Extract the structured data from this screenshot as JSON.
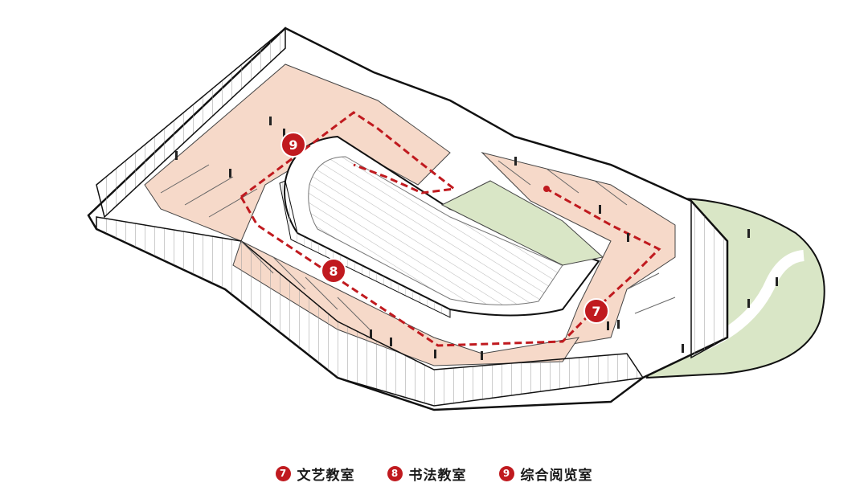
{
  "colors": {
    "accent": "#c01a1f",
    "floor": "#f6d9c9",
    "green": "#d9e6c6",
    "outline": "#111111"
  },
  "markers": [
    {
      "id": "7",
      "label": "7"
    },
    {
      "id": "8",
      "label": "8"
    },
    {
      "id": "9",
      "label": "9"
    }
  ],
  "legend": [
    {
      "number": "7",
      "label": "文艺教室"
    },
    {
      "number": "8",
      "label": "书法教室"
    },
    {
      "number": "9",
      "label": "综合阅览室"
    }
  ]
}
